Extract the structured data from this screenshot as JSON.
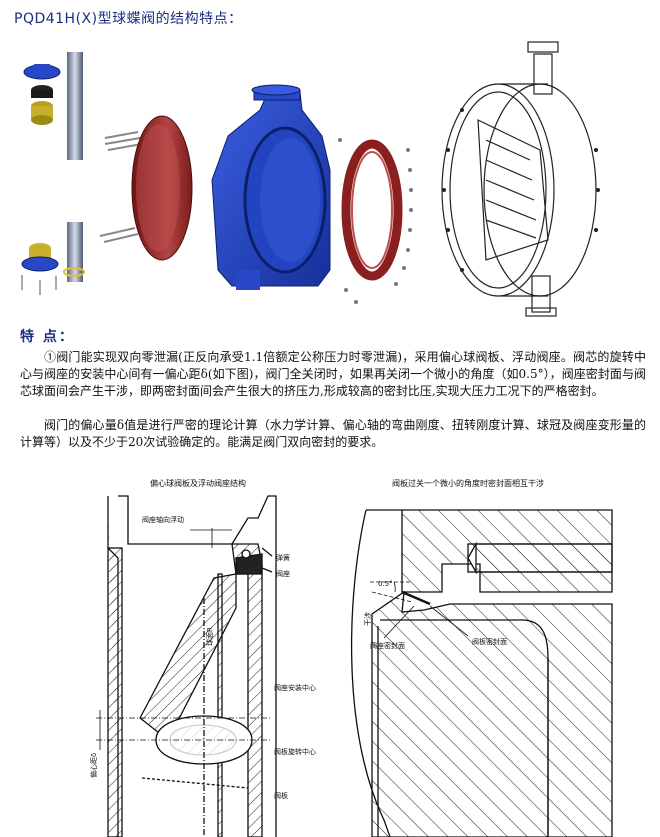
{
  "header": {
    "title": "PQD41H(X)型球蝶阀的结构特点："
  },
  "features": {
    "heading": "特 点：",
    "paragraph_1": "①阀门能实现双向零泄漏(正反向承受1.1倍额定公称压力时零泄漏)，采用偏心球阀板、浮动阀座。阀芯的旋转中心与阀座的安装中心间有一偏心距δ(如下图)，阀门全关闭时，如果再关闭一个微小的角度（如0.5°），阀座密封面与阀芯球面间会产生干涉，即两密封面间会产生很大的挤压力,形成较高的密封比压,实现大压力工况下的严格密封。",
    "paragraph_2": "阀门的偏心量δ值是进行严密的理论计算（水力学计算、偏心轴的弯曲刚度、扭转刚度计算、球冠及阀座变形量的计算等）以及不少于20次试验确定的。能满足阀门双向密封的要求。"
  },
  "diagram_left": {
    "caption": "偏心球阀板及浮动阀座结构",
    "labels": {
      "seat_float": "阀座轴向浮动",
      "spring": "弹簧",
      "seat": "阀座",
      "sphere": "球面R",
      "seat_center": "阀座安装中心",
      "disc_center": "阀板旋转中心",
      "disc": "阀板",
      "eccentric": "偏心距δ"
    }
  },
  "diagram_right": {
    "caption": "阀板过关一个微小的角度时密封面相互干涉",
    "labels": {
      "angle": "0.5°",
      "interference": "干涉",
      "seat_face": "阀座密封面",
      "disc_face": "阀板密封面"
    }
  },
  "colors": {
    "title": "#1b2f80",
    "body_blue": "#1f3fb8",
    "flange_red": "#8a1f1f"
  }
}
